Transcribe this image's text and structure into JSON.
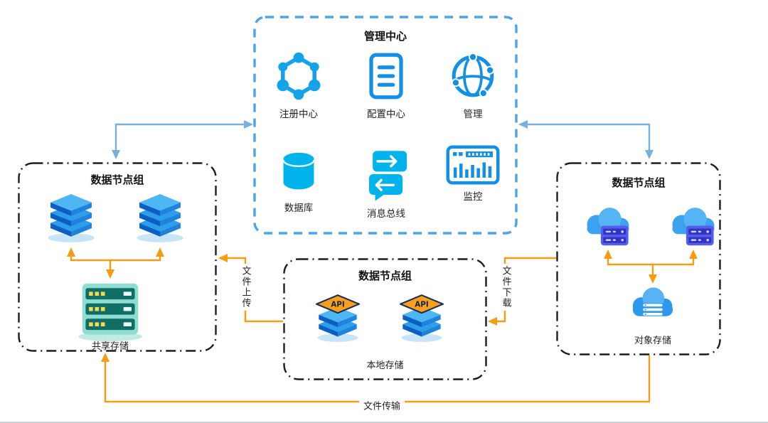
{
  "colors": {
    "management_border": "#4BA5E8",
    "group_border": "#1C1C1C",
    "blue_arrow": "#79AFDD",
    "orange_arrow": "#F59C12",
    "icon_blue": "#1390E6",
    "icon_cyan": "#00B3EA",
    "server_blue": "#2D9EEA",
    "storage_teal": "#8FDCD2",
    "cloud_rack_indigo": "#565CEC",
    "api_plate_orange": "#F8A01E"
  },
  "management_center": {
    "title": "管理中心",
    "items": [
      {
        "label": "注册中心"
      },
      {
        "label": "配置中心"
      },
      {
        "label": "管理"
      },
      {
        "label": "数据库"
      },
      {
        "label": "消息总线"
      },
      {
        "label": "监控"
      }
    ]
  },
  "left_group": {
    "title": "数据节点组",
    "storage_label": "共享存储"
  },
  "center_group": {
    "title": "数据节点组",
    "storage_label": "本地存储",
    "api_label": "API"
  },
  "right_group": {
    "title": "数据节点组",
    "storage_label": "对象存储"
  },
  "edges": {
    "upload_label": "文件上传",
    "download_label": "文件下载",
    "transfer_label": "文件传输"
  }
}
